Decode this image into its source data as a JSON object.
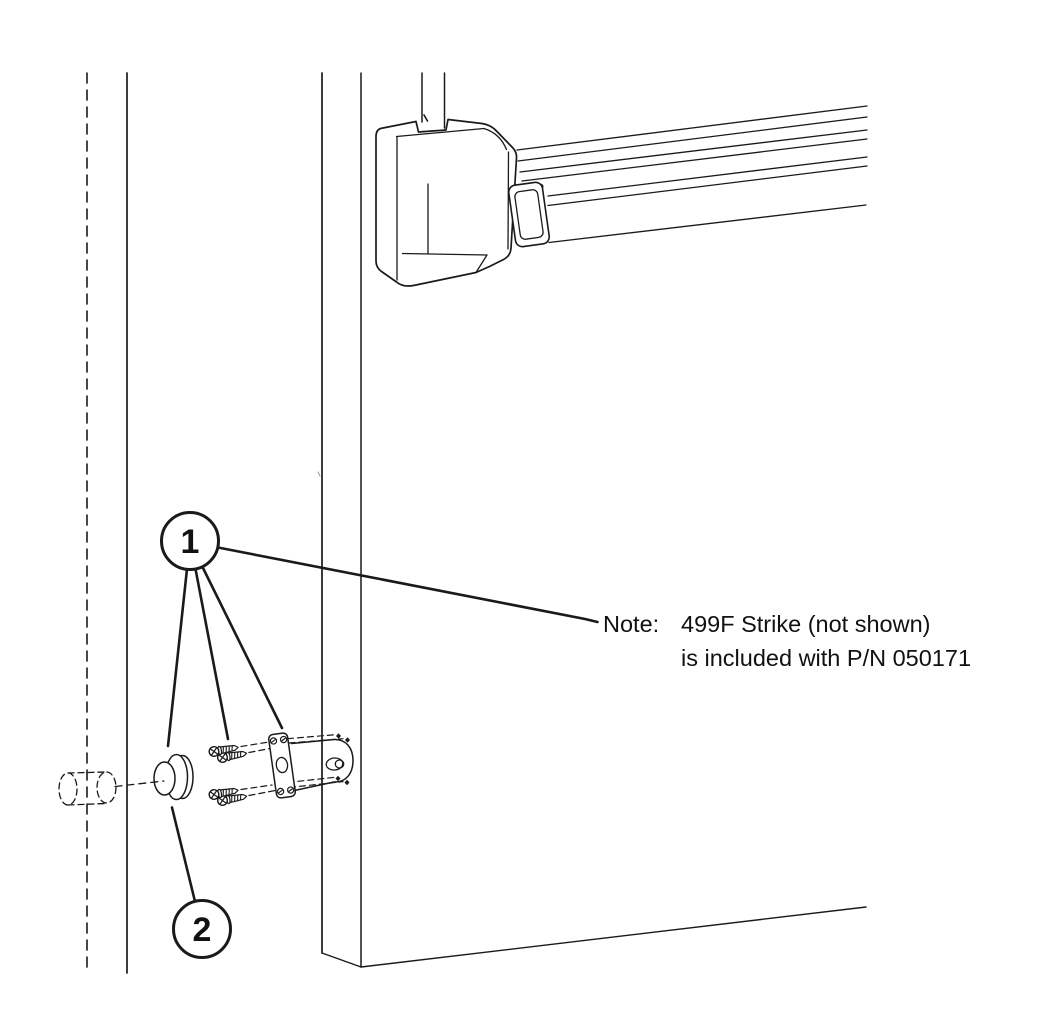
{
  "diagram": {
    "background": "#ffffff",
    "line_color": "#1a1a1a"
  },
  "callouts": {
    "item1": {
      "label": "1"
    },
    "item2": {
      "label": "2"
    }
  },
  "note": {
    "label": "Note:",
    "line1": "499F Strike (not shown)",
    "line2": "is included with P/N 050171"
  }
}
